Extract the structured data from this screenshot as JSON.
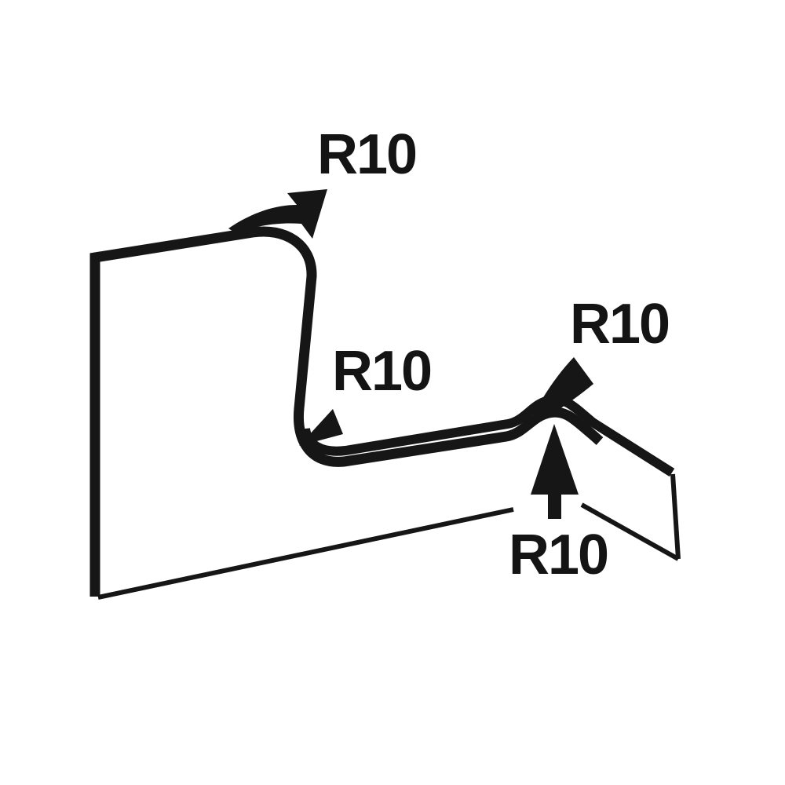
{
  "colors": {
    "background": "#ffffff",
    "line": "#161616",
    "text": "#141414"
  },
  "labels": [
    {
      "id": "top-bend-radius",
      "text": "R10"
    },
    {
      "id": "middle-bend-radius",
      "text": "R10"
    },
    {
      "id": "upper-right-bend-radius",
      "text": "R10"
    },
    {
      "id": "bottom-bend-radius",
      "text": "R10"
    }
  ]
}
